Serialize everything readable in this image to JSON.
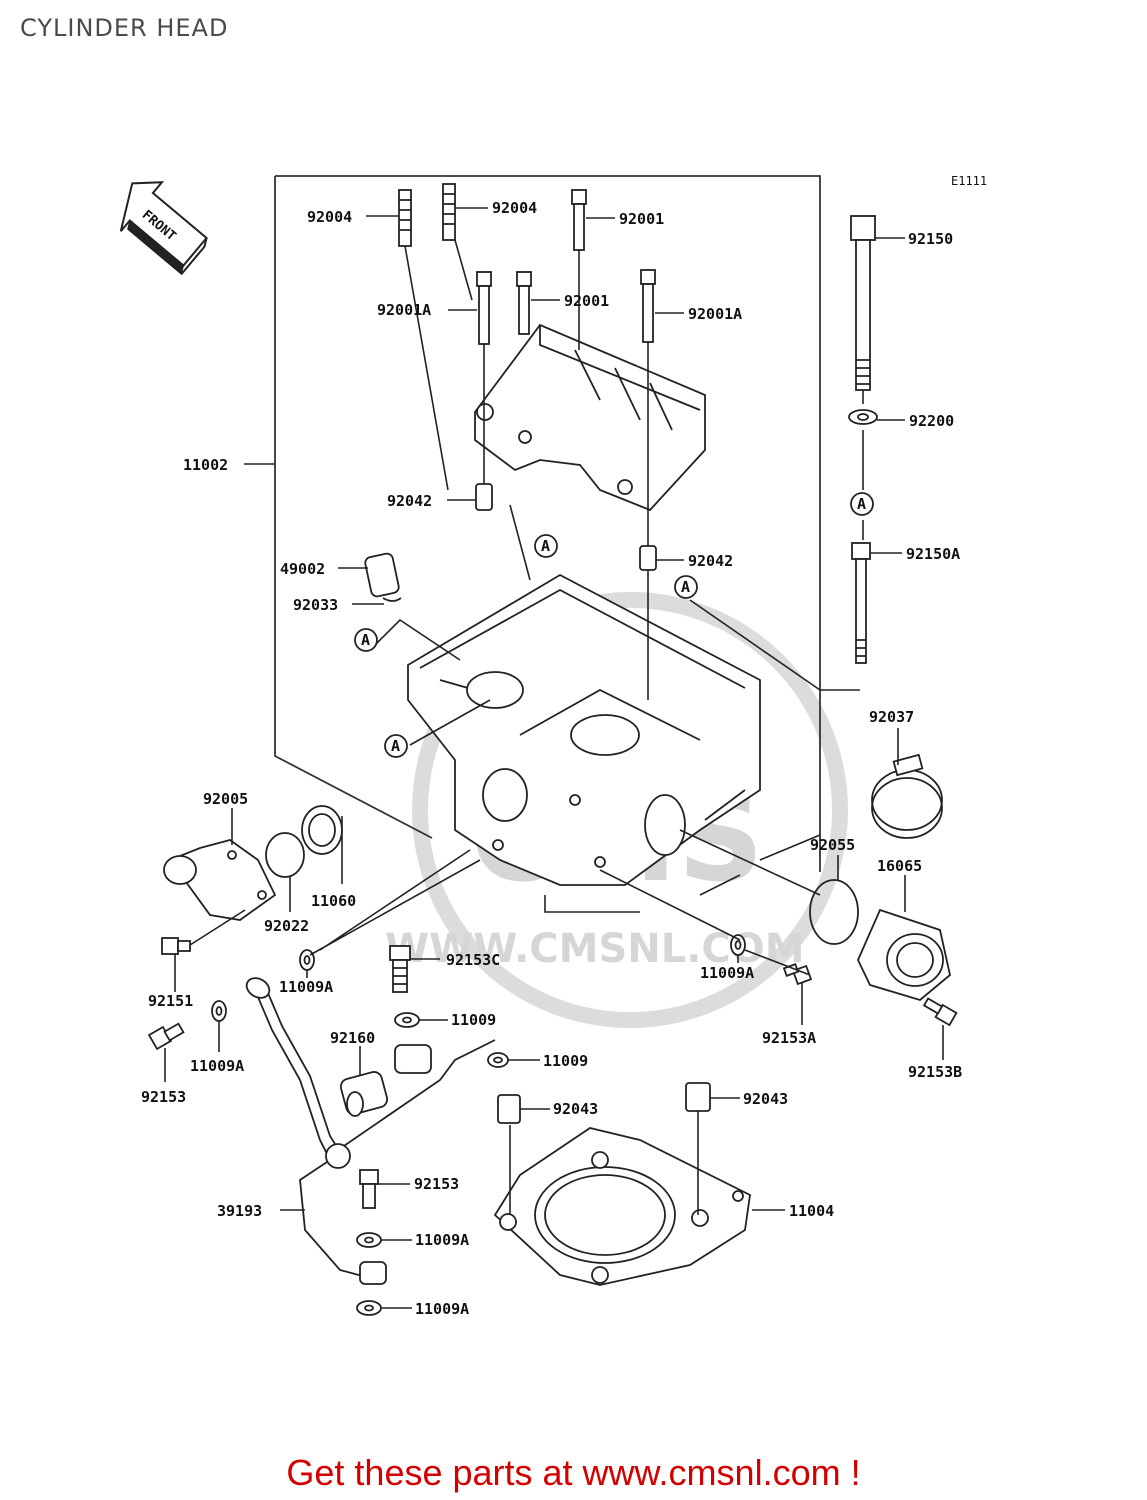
{
  "title": "CYLINDER HEAD",
  "diagram_code": "E1111",
  "front_label": "FRONT",
  "watermark": {
    "brand": "CMS",
    "url": "WWW.CMSNL.COM"
  },
  "ref_marker": "A",
  "footer": "Get these parts at www.cmsnl.com !",
  "parts": {
    "p92004a": "92004",
    "p92004b": "92004",
    "p92001a": "92001",
    "p92001b": "92001",
    "p92001Aa": "92001A",
    "p92001Ab": "92001A",
    "p92150": "92150",
    "p92200": "92200",
    "p11002": "11002",
    "p92042a": "92042",
    "p92042b": "92042",
    "p92150A": "92150A",
    "p49002": "49002",
    "p92033": "92033",
    "p92037": "92037",
    "p92005": "92005",
    "p92055": "92055",
    "p16065": "16065",
    "p11060": "11060",
    "p92022": "92022",
    "p92153C": "92153C",
    "p11009Aa": "11009A",
    "p11009Ab": "11009A",
    "p11009Ac": "11009A",
    "p11009Ad": "11009A",
    "p11009Ae": "11009A",
    "p92151": "92151",
    "p92153A": "92153A",
    "p92153B": "92153B",
    "p11009a": "11009",
    "p11009b": "11009",
    "p92160": "92160",
    "p92153a": "92153",
    "p92153b": "92153",
    "p92043a": "92043",
    "p92043b": "92043",
    "p39193": "39193",
    "p11004": "11004"
  }
}
